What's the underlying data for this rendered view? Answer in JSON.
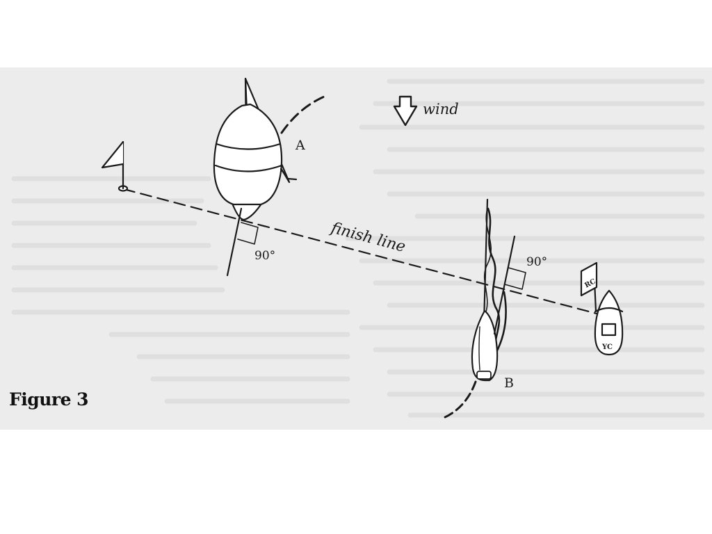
{
  "figure": {
    "caption": "Figure 3",
    "wind_label": "wind",
    "finish_line_label": "finish line",
    "boat_a_label": "A",
    "boat_b_label": "B",
    "angle_a_label": "90°",
    "angle_b_label": "90°",
    "committee_flag_text": "RC",
    "committee_boat_text": "YC"
  },
  "icons": {
    "wind_arrow": "down-arrow-icon",
    "pin_flag": "flag-icon"
  },
  "colors": {
    "panel": "#ececec",
    "ink": "#1a1a1a",
    "paper": "#ffffff"
  }
}
